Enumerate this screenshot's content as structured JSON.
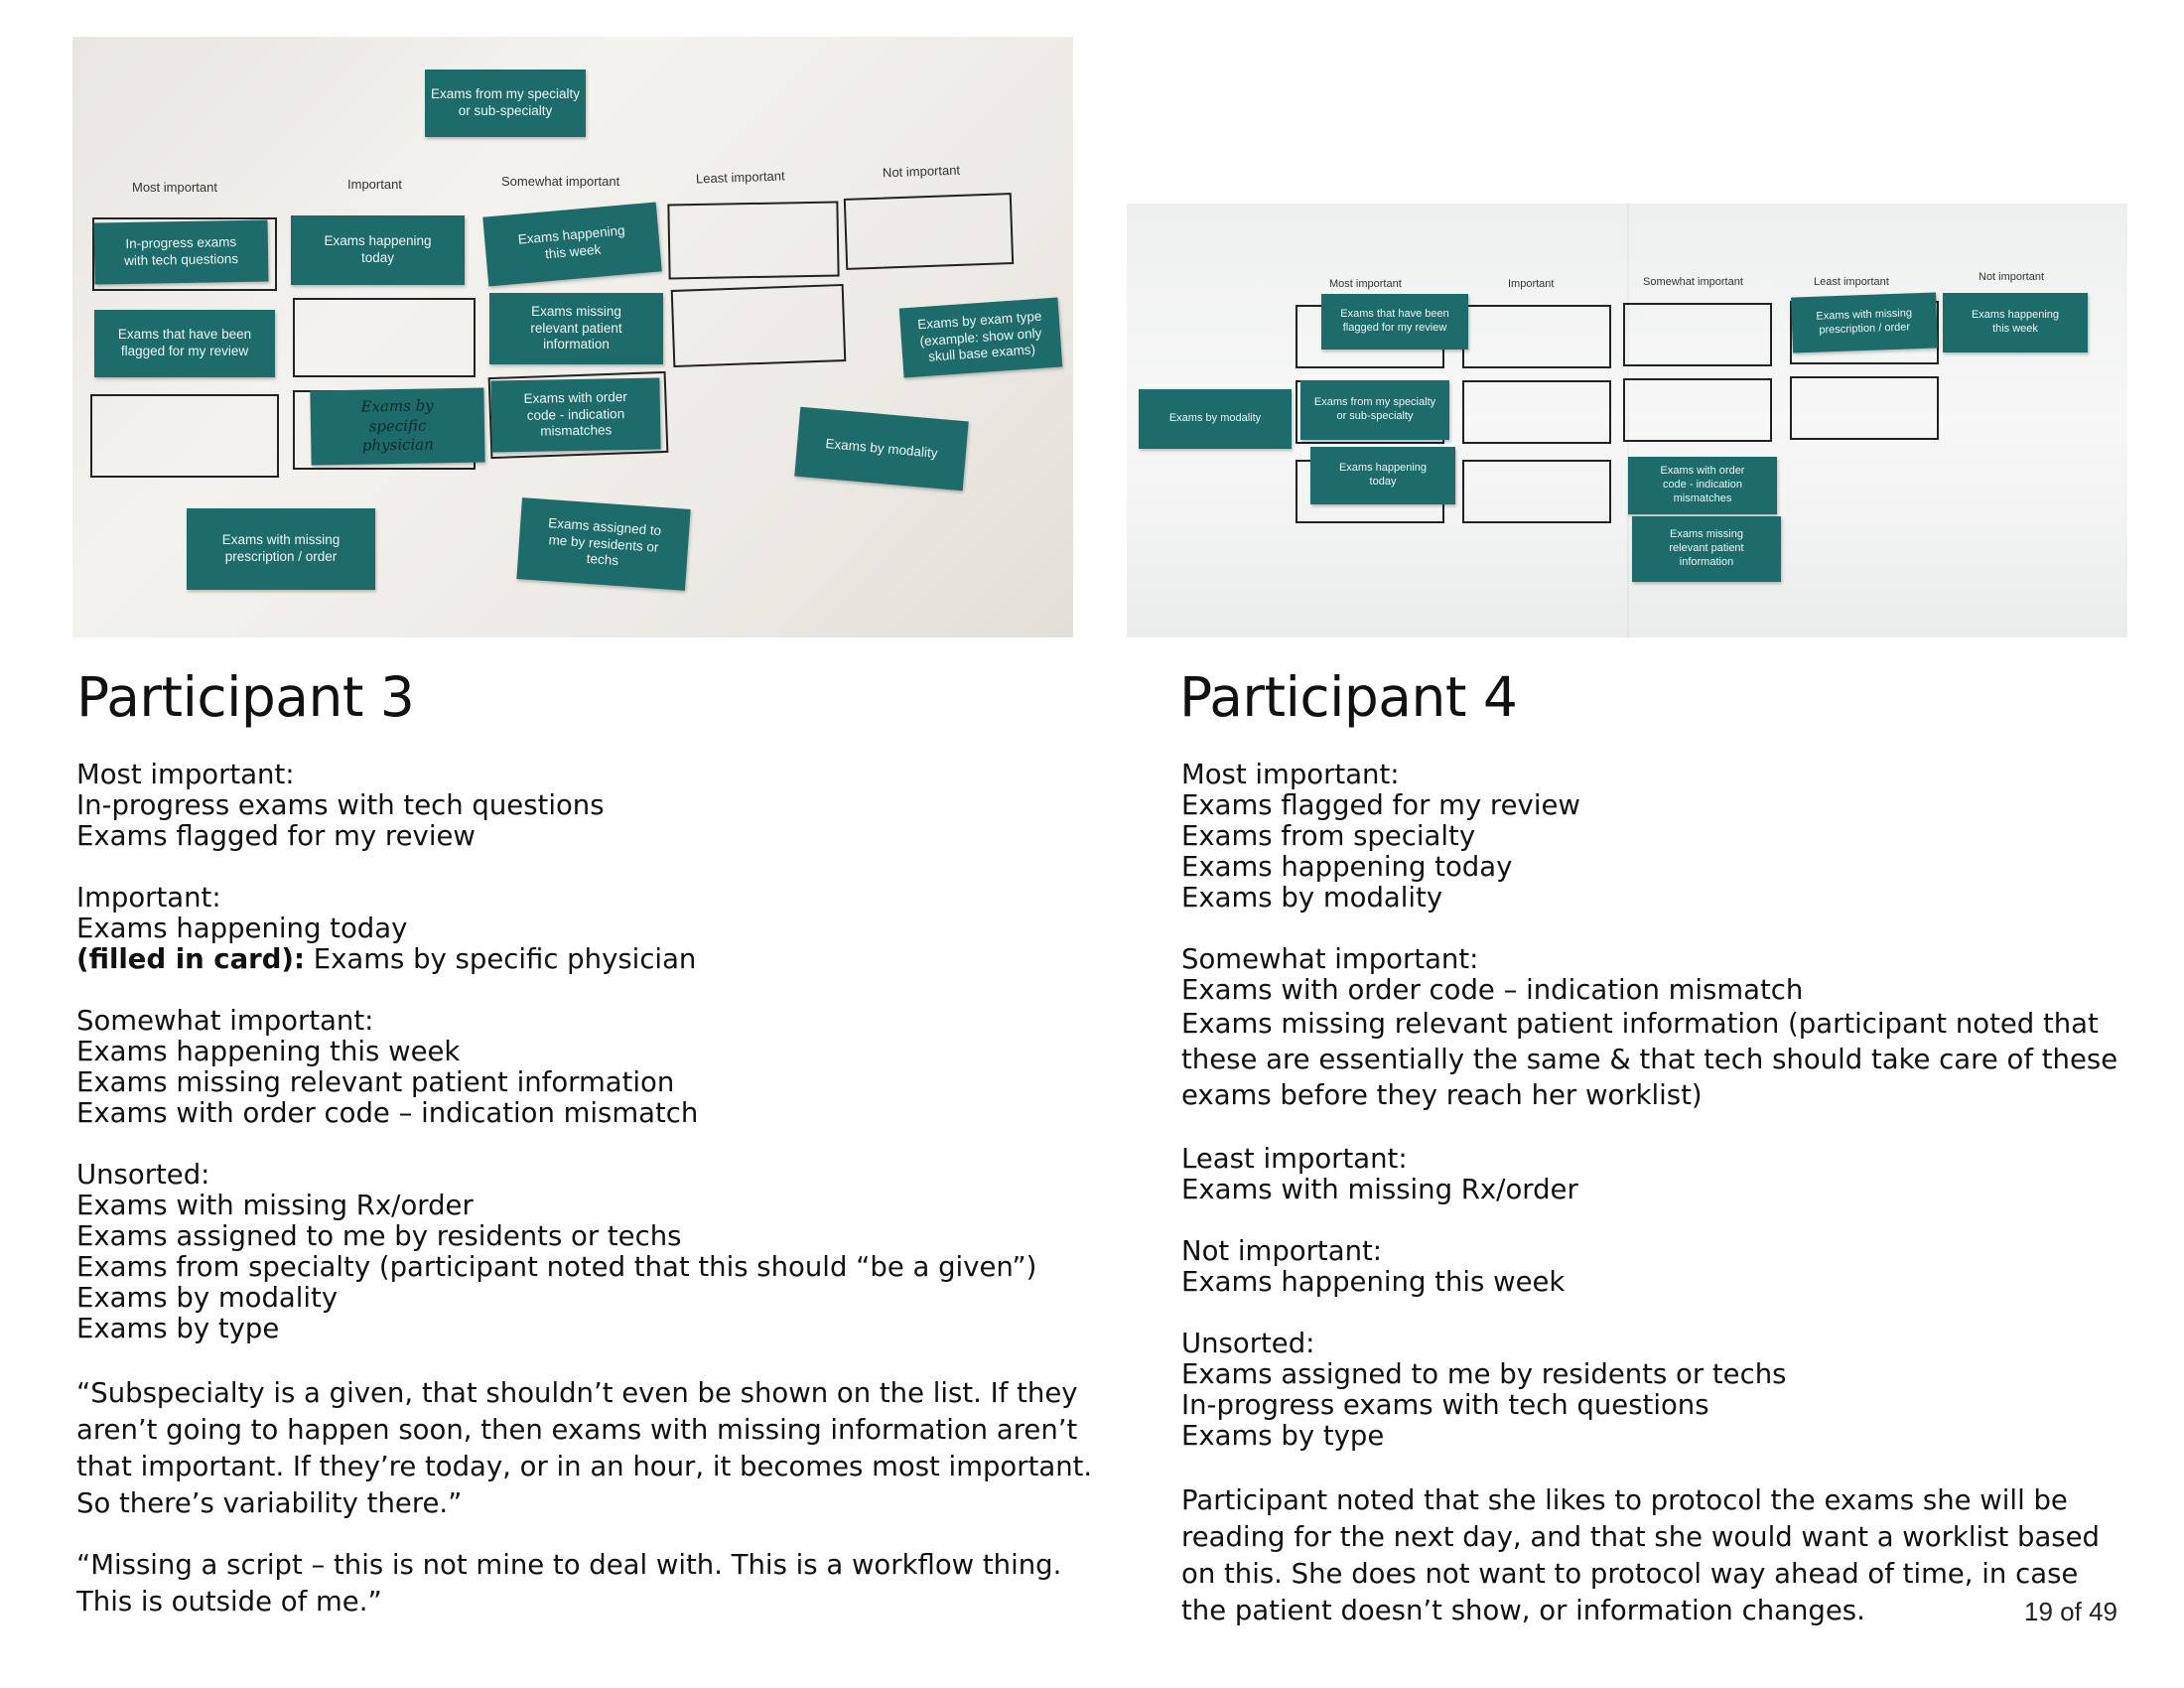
{
  "photo1": {
    "headers": [
      "Most important",
      "Important",
      "Somewhat important",
      "Least important",
      "Not important"
    ],
    "cards": {
      "top": "Exams from my specialty\nor sub-specialty",
      "c1": "In-progress exams\nwith tech questions",
      "c2": "Exams happening\ntoday",
      "c3": "Exams happening\nthis week",
      "c4": "Exams that have been\nflagged for my review",
      "c5": "Exams missing\nrelevant patient\ninformation",
      "c6": "Exams by exam type\n(example: show only\nskull base exams)",
      "c7": "Exams with order\ncode - indication\nmismatches",
      "c8": "Exams by modality",
      "c9": "Exams with missing\nprescription / order",
      "c10": "Exams assigned to\nme by residents or\ntechs"
    },
    "handwritten": "Exams by\nspecific\nphysician"
  },
  "photo2": {
    "headers": [
      "Most important",
      "Important",
      "Somewhat important",
      "Least important",
      "Not important"
    ],
    "cards": {
      "c1": "Exams that have been\nflagged for my review",
      "c2": "Exams with missing\nprescription / order",
      "c3": "Exams happening\nthis week",
      "c4": "Exams by modality",
      "c5": "Exams from my specialty\nor sub-specialty",
      "c6": "Exams happening\ntoday",
      "c7": "Exams with order\ncode - indication\nmismatches",
      "c8": "Exams missing\nrelevant patient\ninformation"
    }
  },
  "participant3": {
    "title": "Participant 3",
    "most_label": "Most important:",
    "most": [
      "In-progress exams with tech questions",
      "Exams flagged for my review"
    ],
    "important_label": "Important:",
    "important_1": "Exams happening today",
    "filled_label": "(filled in card):",
    "filled_value": " Exams by specific physician",
    "somewhat_label": "Somewhat important:",
    "somewhat": [
      "Exams happening this week",
      "Exams missing relevant patient information",
      "Exams with order code – indication mismatch"
    ],
    "unsorted_label": "Unsorted:",
    "unsorted": [
      "Exams with missing Rx/order",
      "Exams assigned to me by residents or techs",
      "Exams from specialty (participant noted that this should “be a given”)",
      "Exams by modality",
      "Exams by type"
    ],
    "quote1": "“Subspecialty is a given, that shouldn’t even be shown on the list. If they aren’t going to happen soon, then exams with missing information aren’t that important. If they’re today, or in an hour, it becomes most important. So there’s variability there.”",
    "quote2": "“Missing a script – this is not mine to deal with. This is a workflow thing. This is outside of me.”"
  },
  "participant4": {
    "title": "Participant 4",
    "most_label": "Most important:",
    "most": [
      "Exams flagged for my review",
      "Exams from specialty",
      "Exams happening today",
      "Exams by modality"
    ],
    "somewhat_label": "Somewhat important:",
    "somewhat_1": "Exams with order code – indication mismatch",
    "somewhat_2": "Exams missing relevant patient information (participant noted that these are essentially the same & that tech should take care of these exams before they reach her worklist)",
    "least_label": "Least important:",
    "least": [
      "Exams with missing Rx/order"
    ],
    "not_label": "Not important:",
    "not": [
      "Exams happening this week"
    ],
    "unsorted_label": "Unsorted:",
    "unsorted": [
      "Exams assigned to me by residents or techs",
      "In-progress exams with tech questions",
      "Exams by type"
    ],
    "note": "Participant noted that she likes to protocol the exams she will be reading for the next day, and that she would want a worklist based on this. She does not want to protocol way ahead of time, in case the patient doesn’t show, or information changes."
  },
  "page_number": "19 of 49"
}
